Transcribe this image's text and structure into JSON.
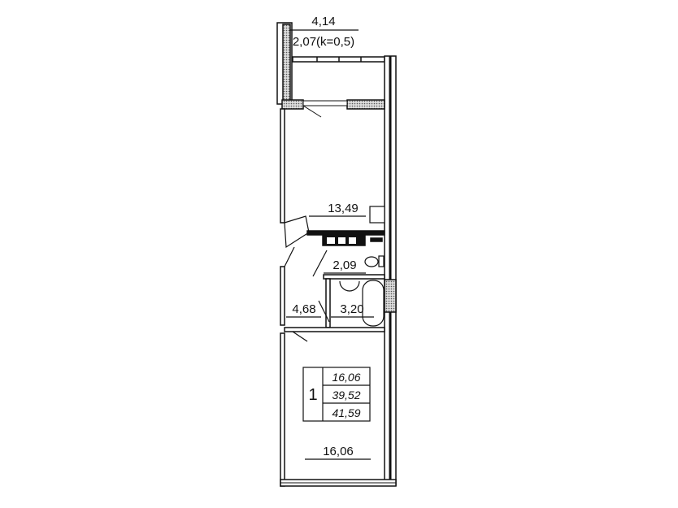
{
  "balcony": {
    "area_total": "4,14",
    "area_reduced": "2,07(k=0,5)"
  },
  "rooms": {
    "kitchen": "13,49",
    "toilet": "2,09",
    "hallway": "4,68",
    "bathroom": "3,20",
    "living_room": "16,06"
  },
  "summary": {
    "rooms_count": "1",
    "living_area": "16,06",
    "total_area": "39,52",
    "total_with_balcony": "41,59"
  }
}
